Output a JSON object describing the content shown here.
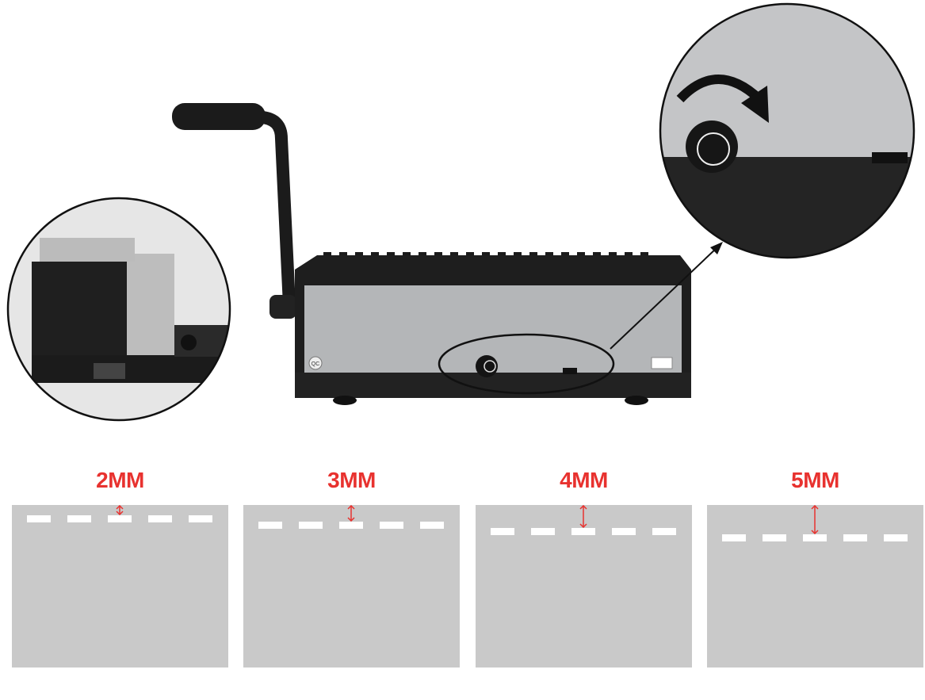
{
  "colors": {
    "accent_red": "#e8322f",
    "panel_gray": "#c9c9c9",
    "machine_black": "#1e1e1e",
    "machine_silver": "#b4b6b8"
  },
  "machine_labels": {
    "qc_sticker": "QC"
  },
  "margins": [
    {
      "label": "2MM",
      "value_mm": 2
    },
    {
      "label": "3MM",
      "value_mm": 3
    },
    {
      "label": "4MM",
      "value_mm": 4
    },
    {
      "label": "5MM",
      "value_mm": 5
    }
  ]
}
